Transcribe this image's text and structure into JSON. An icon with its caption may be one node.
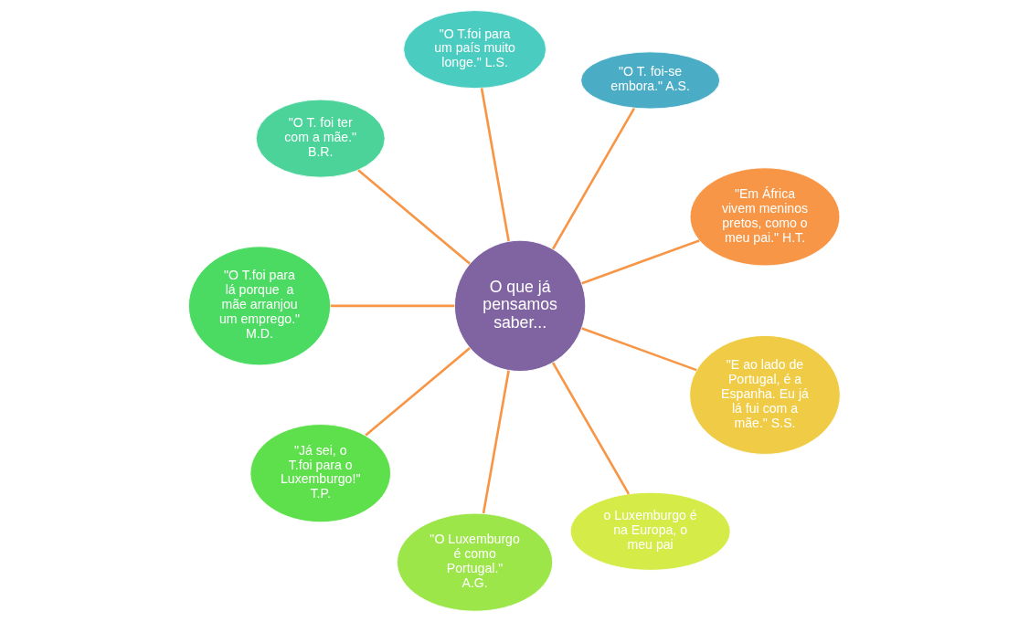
{
  "diagram": {
    "nodes": [
      {
        "text": [
          "O que já pensamos saber..."
        ]
      },
      {
        "text": [
          "\"Em África vivem meninos pretos, como o meu pai.\" H.T."
        ]
      },
      {
        "text": [
          "\"O T. foi-se embora.\" A.S."
        ]
      },
      {
        "text": [
          "\"O T.foi para um país muito longe.\" L.S."
        ]
      },
      {
        "text": [
          "\"O T. foi ter com a mãe.\" B.R."
        ]
      },
      {
        "text": [
          "\"O T.foi para lá porque  a mãe arranjou um emprego.\" M.D."
        ]
      },
      {
        "text": [
          "\"Já sei, o T.foi para o Luxemburgo!\" T.P."
        ]
      },
      {
        "text": [
          "\"O Luxemburgo é como Portugal.\" A.G."
        ]
      },
      {
        "text": [
          "o Luxemburgo é na Europa, o meu pai"
        ]
      },
      {
        "text": [
          "\"E ao lado de Portugal, é a Espanha. Eu já lá fui com a mãe.\" S.S."
        ]
      }
    ],
    "edges": [
      {
        "from": 0,
        "to": 1,
        "arrow": "none"
      },
      {
        "from": 0,
        "to": 2,
        "arrow": "none"
      },
      {
        "from": 0,
        "to": 3,
        "arrow": "none"
      },
      {
        "from": 0,
        "to": 4,
        "arrow": "none"
      },
      {
        "from": 0,
        "to": 5,
        "arrow": "none"
      },
      {
        "from": 0,
        "to": 6,
        "arrow": "none"
      },
      {
        "from": 0,
        "to": 7,
        "arrow": "none"
      },
      {
        "from": 0,
        "to": 8,
        "arrow": "none"
      },
      {
        "from": 0,
        "to": 9,
        "arrow": "none"
      }
    ]
  }
}
